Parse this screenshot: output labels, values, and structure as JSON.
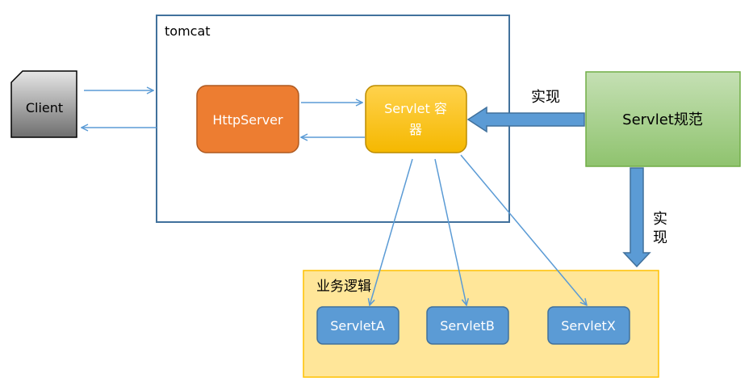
{
  "tomcat": {
    "label": "tomcat"
  },
  "client": {
    "label": "Client"
  },
  "http_server": {
    "label": "HttpServer"
  },
  "servlet_container": {
    "line1": "Servlet 容",
    "line2": "器"
  },
  "servlet_spec": {
    "label": "Servlet规范"
  },
  "implements_left": {
    "label": "实现"
  },
  "implements_down": {
    "line1": "实",
    "line2": "现"
  },
  "business_logic": {
    "label": "业务逻辑"
  },
  "servlets": [
    {
      "label": "ServletA"
    },
    {
      "label": "ServletB"
    },
    {
      "label": "ServletX"
    }
  ],
  "colors": {
    "arrow_line": "#5b9bd5",
    "http_server_fill": "#ed7d31",
    "container_fill": "#ffc000",
    "spec_fill": "#a9d18e",
    "business_fill": "#ffe699",
    "servlet_fill": "#5b9bd5",
    "tomcat_border": "#41719c"
  }
}
